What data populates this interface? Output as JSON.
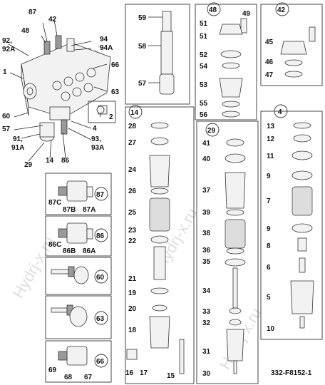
{
  "caption": "332-F8152-1",
  "watermarks": [
    "Hydrj-x.ru",
    "Hydrj-x.ru",
    "Hydrj-x.ru",
    "Hydrj-x.ru"
  ],
  "callouts": {
    "c2": "2",
    "c14": "14",
    "c29": "29",
    "c48": "48",
    "c42": "42",
    "c4": "4",
    "c87": "87",
    "c86": "86",
    "c60": "60",
    "c63": "63",
    "c66": "66"
  },
  "labels": {
    "l87": "87",
    "l42": "42",
    "l48": "48",
    "l92": "92,",
    "l92a": "92A",
    "l94": "94",
    "l94a": "94A",
    "l66": "66",
    "l1": "1",
    "l63": "63",
    "l60": "60",
    "l57": "57",
    "l91": "91,",
    "l91a": "91A",
    "l29": "29",
    "l14": "14",
    "l86": "86",
    "l4": "4",
    "l93": "93,",
    "l93a": "93A",
    "l87c": "87C",
    "l87b": "87B",
    "l87a": "87A",
    "l86c": "86C",
    "l86b": "86B",
    "l86a": "86A",
    "l69": "69",
    "l68": "68",
    "l67": "67",
    "l59": "59",
    "l58": "58",
    "l57b": "57",
    "l49": "49",
    "l51a": "51",
    "l51b": "51",
    "l52": "52",
    "l54": "54",
    "l53": "53",
    "l55": "55",
    "l56": "56",
    "l45": "45",
    "l46": "46",
    "l47": "47",
    "l28": "28",
    "l27": "27",
    "l24": "24",
    "l26": "26",
    "l25": "25",
    "l23": "23",
    "l22": "22",
    "l21": "21",
    "l19": "19",
    "l20": "20",
    "l18": "18",
    "l16": "16",
    "l17": "17",
    "l15": "15",
    "l41": "41",
    "l40": "40",
    "l37": "37",
    "l39": "39",
    "l38": "38",
    "l36": "36",
    "l35": "35",
    "l34": "34",
    "l33": "33",
    "l32": "32",
    "l31": "31",
    "l30": "30",
    "l13": "13",
    "l12": "12",
    "l11": "11",
    "l9a": "9",
    "l7": "7",
    "l9b": "9",
    "l8": "8",
    "l6": "6",
    "l5": "5",
    "l10": "10"
  }
}
